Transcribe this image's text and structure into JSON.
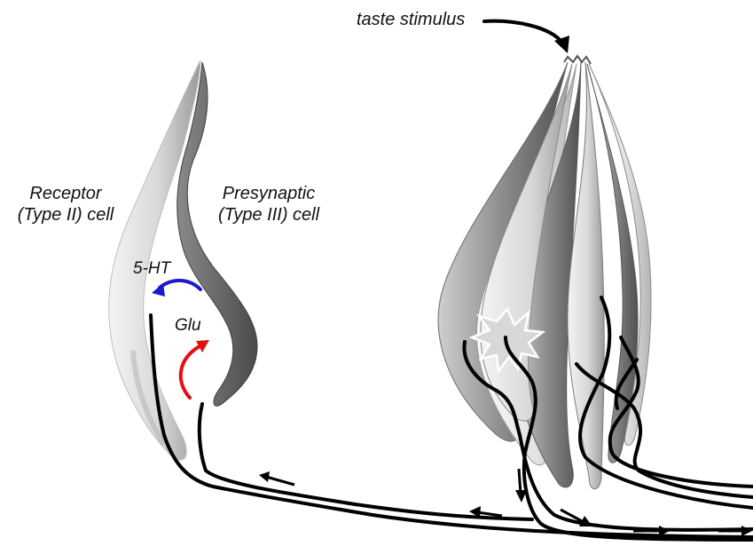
{
  "labels": {
    "receptor_line1": "Receptor",
    "receptor_line2": "(Type II) cell",
    "presynaptic_line1": "Presynaptic",
    "presynaptic_line2": "(Type III) cell",
    "serotonin": "5-HT",
    "glutamate": "Glu",
    "stimulus": "taste stimulus"
  },
  "colors": {
    "receptor_cell": "#d9d9d9",
    "presynaptic_cell": "#6e6e6e",
    "nerve_fiber": "#000000",
    "serotonin_arrow": "#1a1acc",
    "glutamate_arrow": "#e01010",
    "signal_arrow": "#000000"
  }
}
